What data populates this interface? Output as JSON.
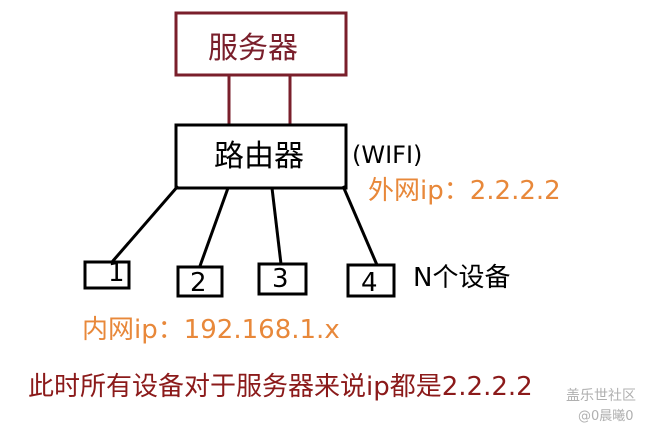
{
  "diagram": {
    "server": {
      "label": "服务器"
    },
    "router": {
      "label": "路由器",
      "note": "(WIFI)"
    },
    "wan_ip": "外网ip：2.2.2.2",
    "devices": [
      "1",
      "2",
      "3",
      "4"
    ],
    "devices_note": "N个设备",
    "lan_ip": "内网ip：192.168.1.x",
    "summary": "此时所有设备对于服务器来说ip都是2.2.2.2"
  },
  "watermark": {
    "brand": "盖乐世社区",
    "user": "@0晨曦0"
  },
  "colors": {
    "server_border": "#7a1f2b",
    "router_border": "#000000",
    "ip_orange": "#e8883a",
    "summary_red": "#8b1a1a"
  }
}
